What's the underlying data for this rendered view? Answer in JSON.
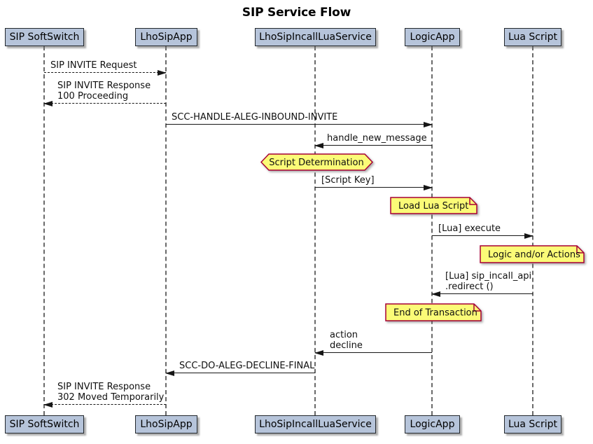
{
  "title": "SIP Service Flow",
  "diagram": {
    "type": "sequence",
    "participants": [
      {
        "name": "SIP SoftSwitch"
      },
      {
        "name": "LhoSipApp"
      },
      {
        "name": "LhoSipIncallLuaService"
      },
      {
        "name": "LogicApp"
      },
      {
        "name": "Lua Script"
      }
    ],
    "messages": [
      {
        "from": "SIP SoftSwitch",
        "to": "LhoSipApp",
        "label": "SIP INVITE Request",
        "line": "dashed"
      },
      {
        "from": "LhoSipApp",
        "to": "SIP SoftSwitch",
        "label": "SIP INVITE Response\n100 Proceeding",
        "line": "dashed"
      },
      {
        "from": "LhoSipApp",
        "to": "LogicApp",
        "label": "SCC-HANDLE-ALEG-INBOUND-INVITE",
        "line": "solid"
      },
      {
        "from": "LogicApp",
        "to": "LhoSipIncallLuaService",
        "label": "handle_new_message",
        "line": "solid"
      },
      {
        "from": "LhoSipIncallLuaService",
        "to": "LogicApp",
        "label": "[Script Key]",
        "line": "solid"
      },
      {
        "from": "LogicApp",
        "to": "Lua Script",
        "label": "[Lua] execute",
        "line": "solid"
      },
      {
        "from": "Lua Script",
        "to": "LogicApp",
        "label": "[Lua] sip_incall_api\n.redirect ()",
        "line": "solid"
      },
      {
        "from": "LogicApp",
        "to": "LhoSipIncallLuaService",
        "label": "action\ndecline",
        "line": "solid"
      },
      {
        "from": "LhoSipIncallLuaService",
        "to": "LhoSipApp",
        "label": "SCC-DO-ALEG-DECLINE-FINAL",
        "line": "solid"
      },
      {
        "from": "LhoSipApp",
        "to": "SIP SoftSwitch",
        "label": "SIP INVITE Response\n302 Moved Temporarily",
        "line": "dashed"
      }
    ],
    "notes": [
      {
        "shape": "hexagon",
        "label": "Script Determination",
        "over": "LhoSipIncallLuaService"
      },
      {
        "shape": "note",
        "label": "Load Lua Script",
        "over": "LogicApp"
      },
      {
        "shape": "note",
        "label": "Logic and/or Actions",
        "over": "Lua Script"
      },
      {
        "shape": "note",
        "label": "End of Transaction",
        "over": "LogicApp"
      }
    ],
    "colors": {
      "background": "#ffffff",
      "participant_fill": "#b6c4da",
      "participant_border": "#23282d",
      "note_fill": "#fbfb77",
      "note_border": "#a80036",
      "message_line": "#161616",
      "lifeline": "#6a6a6a",
      "text": "#101010"
    }
  }
}
